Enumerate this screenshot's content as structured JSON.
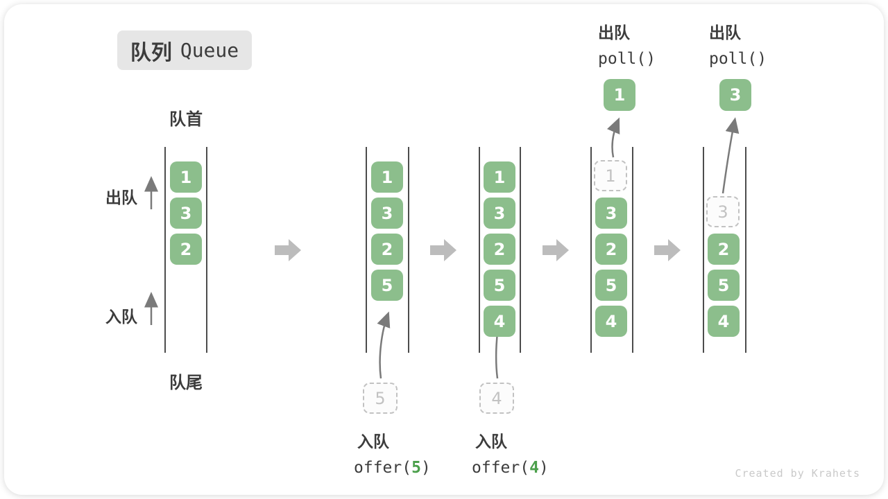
{
  "title": {
    "zh": "队列",
    "en": "Queue"
  },
  "labels": {
    "front": "队首",
    "rear": "队尾",
    "dequeue": "出队",
    "enqueue": "入队"
  },
  "states": [
    {
      "slots": [
        "1",
        "3",
        "2"
      ]
    },
    {
      "slots": [
        "1",
        "3",
        "2",
        "5"
      ],
      "ghost": "5",
      "op": {
        "label": "入队",
        "fn_open": "offer(",
        "arg": "5",
        "fn_close": ")"
      }
    },
    {
      "slots": [
        "1",
        "3",
        "2",
        "5",
        "4"
      ],
      "ghost": "4",
      "op": {
        "label": "入队",
        "fn_open": "offer(",
        "arg": "4",
        "fn_close": ")"
      }
    },
    {
      "slots": [
        "3",
        "2",
        "5",
        "4"
      ],
      "ghost": "1",
      "polled": "1",
      "op": {
        "label": "出队",
        "fn": "poll()"
      }
    },
    {
      "slots": [
        "2",
        "5",
        "4"
      ],
      "ghost": "3",
      "polled": "3",
      "op": {
        "label": "出队",
        "fn": "poll()"
      }
    }
  ],
  "watermark": "Created by Krahets",
  "colors": {
    "box_green": "#8cbe8c",
    "accent_green": "#4ca04c",
    "ink": "#3c3c3c",
    "line_dark": "#4c4c4c",
    "arrow_gray": "#7a7a7a",
    "block_arrow_gray": "#bcbcbc",
    "ghost_gray": "#c2c2c2",
    "badge_bg": "#e6e6e6",
    "watermark_gray": "#c9c9c9"
  }
}
